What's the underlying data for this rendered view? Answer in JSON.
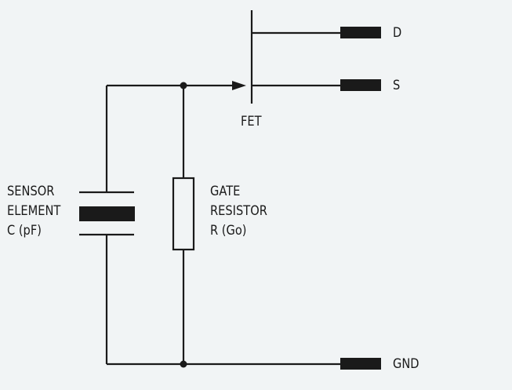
{
  "labels": {
    "sensor": [
      "SENSOR",
      "ELEMENT",
      "C (pF)"
    ],
    "gate": [
      "GATE",
      "RESISTOR",
      "R (Go)"
    ],
    "fet": "FET",
    "d": "D",
    "s": "S",
    "gnd": "GND"
  },
  "colors": {
    "background": "#f1f4f5",
    "line": "#1a1a1a"
  }
}
